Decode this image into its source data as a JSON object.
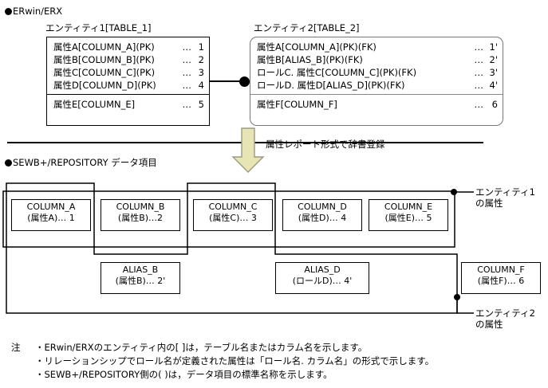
{
  "diagram": {
    "er_section": {
      "heading": "ERwin/ERX",
      "bullet_icon": "filled-circle-bullet-icon",
      "entity1": {
        "caption": "エンティティ1[TABLE_1]",
        "primary_rows": [
          {
            "name": "属性A[COLUMN_A](PK)",
            "marker": "…",
            "num": "1"
          },
          {
            "name": "属性B[COLUMN_B](PK)",
            "marker": "…",
            "num": "2"
          },
          {
            "name": "属性C[COLUMN_C](PK)",
            "marker": "…",
            "num": "3"
          },
          {
            "name": "属性D[COLUMN_D](PK)",
            "marker": "…",
            "num": "4"
          }
        ],
        "other_rows": [
          {
            "name": "属性E[COLUMN_E]",
            "marker": "…",
            "num": "5"
          }
        ]
      },
      "entity2": {
        "caption": "エンティティ2[TABLE_2]",
        "primary_rows": [
          {
            "name": "属性A[COLUMN_A](PK)(FK)",
            "marker": "…",
            "num": "1'"
          },
          {
            "name": "属性B[ALIAS_B](PK)(FK)",
            "marker": "…",
            "num": "2'"
          },
          {
            "name": "ロールC. 属性C[COLUMN_C](PK)(FK)",
            "marker": "…",
            "num": "3'"
          },
          {
            "name": "ロールD. 属性D[ALIAS_D](PK)(FK)",
            "marker": "…",
            "num": "4'"
          }
        ],
        "other_rows": [
          {
            "name": "属性F[COLUMN_F]",
            "marker": "…",
            "num": "6"
          }
        ]
      },
      "relationship_icon": "relationship-connector-dot-icon"
    },
    "transition": {
      "arrow_icon": "down-arrow-icon",
      "arrow_label": "属性レポート形式で辞書登録",
      "arrow_fill": "#e8e5b5",
      "arrow_stroke": "#9a9a82"
    },
    "repository_section": {
      "heading": "SEWB+/REPOSITORY  データ項目",
      "bullet_icon": "filled-circle-bullet-icon",
      "row1": [
        {
          "name": "COLUMN_A",
          "sub": "(属性A)… 1"
        },
        {
          "name": "COLUMN_B",
          "sub": "(属性B)…2"
        },
        {
          "name": "COLUMN_C",
          "sub": "(属性C)… 3"
        },
        {
          "name": "COLUMN_D",
          "sub": "(属性D)… 4"
        },
        {
          "name": "COLUMN_E",
          "sub": "(属性E)… 5"
        }
      ],
      "row2": [
        {
          "name": "ALIAS_B",
          "sub": "(属性B)… 2'"
        },
        {
          "name": "ALIAS_D",
          "sub": "(ロールD)… 4'"
        },
        {
          "name": "COLUMN_F",
          "sub": "(属性F)… 6"
        }
      ],
      "callout1": {
        "line1": "エンティティ1",
        "line2": "の属性",
        "dot_icon": "callout-dot-icon"
      },
      "callout2": {
        "line1": "エンティティ2",
        "line2": "の属性",
        "dot_icon": "callout-dot-icon"
      }
    },
    "notes": {
      "label": "注",
      "lines": [
        "・ERwin/ERXのエンティティ内の[  ]は，テーブル名またはカラム名を示します。",
        "・リレーションシップでロール名が定義された属性は「ロール名. カラム名」の形式で示します。",
        "・SEWB+/REPOSITORY側の(  )は，データ項目の標準名称を示します。"
      ]
    }
  }
}
